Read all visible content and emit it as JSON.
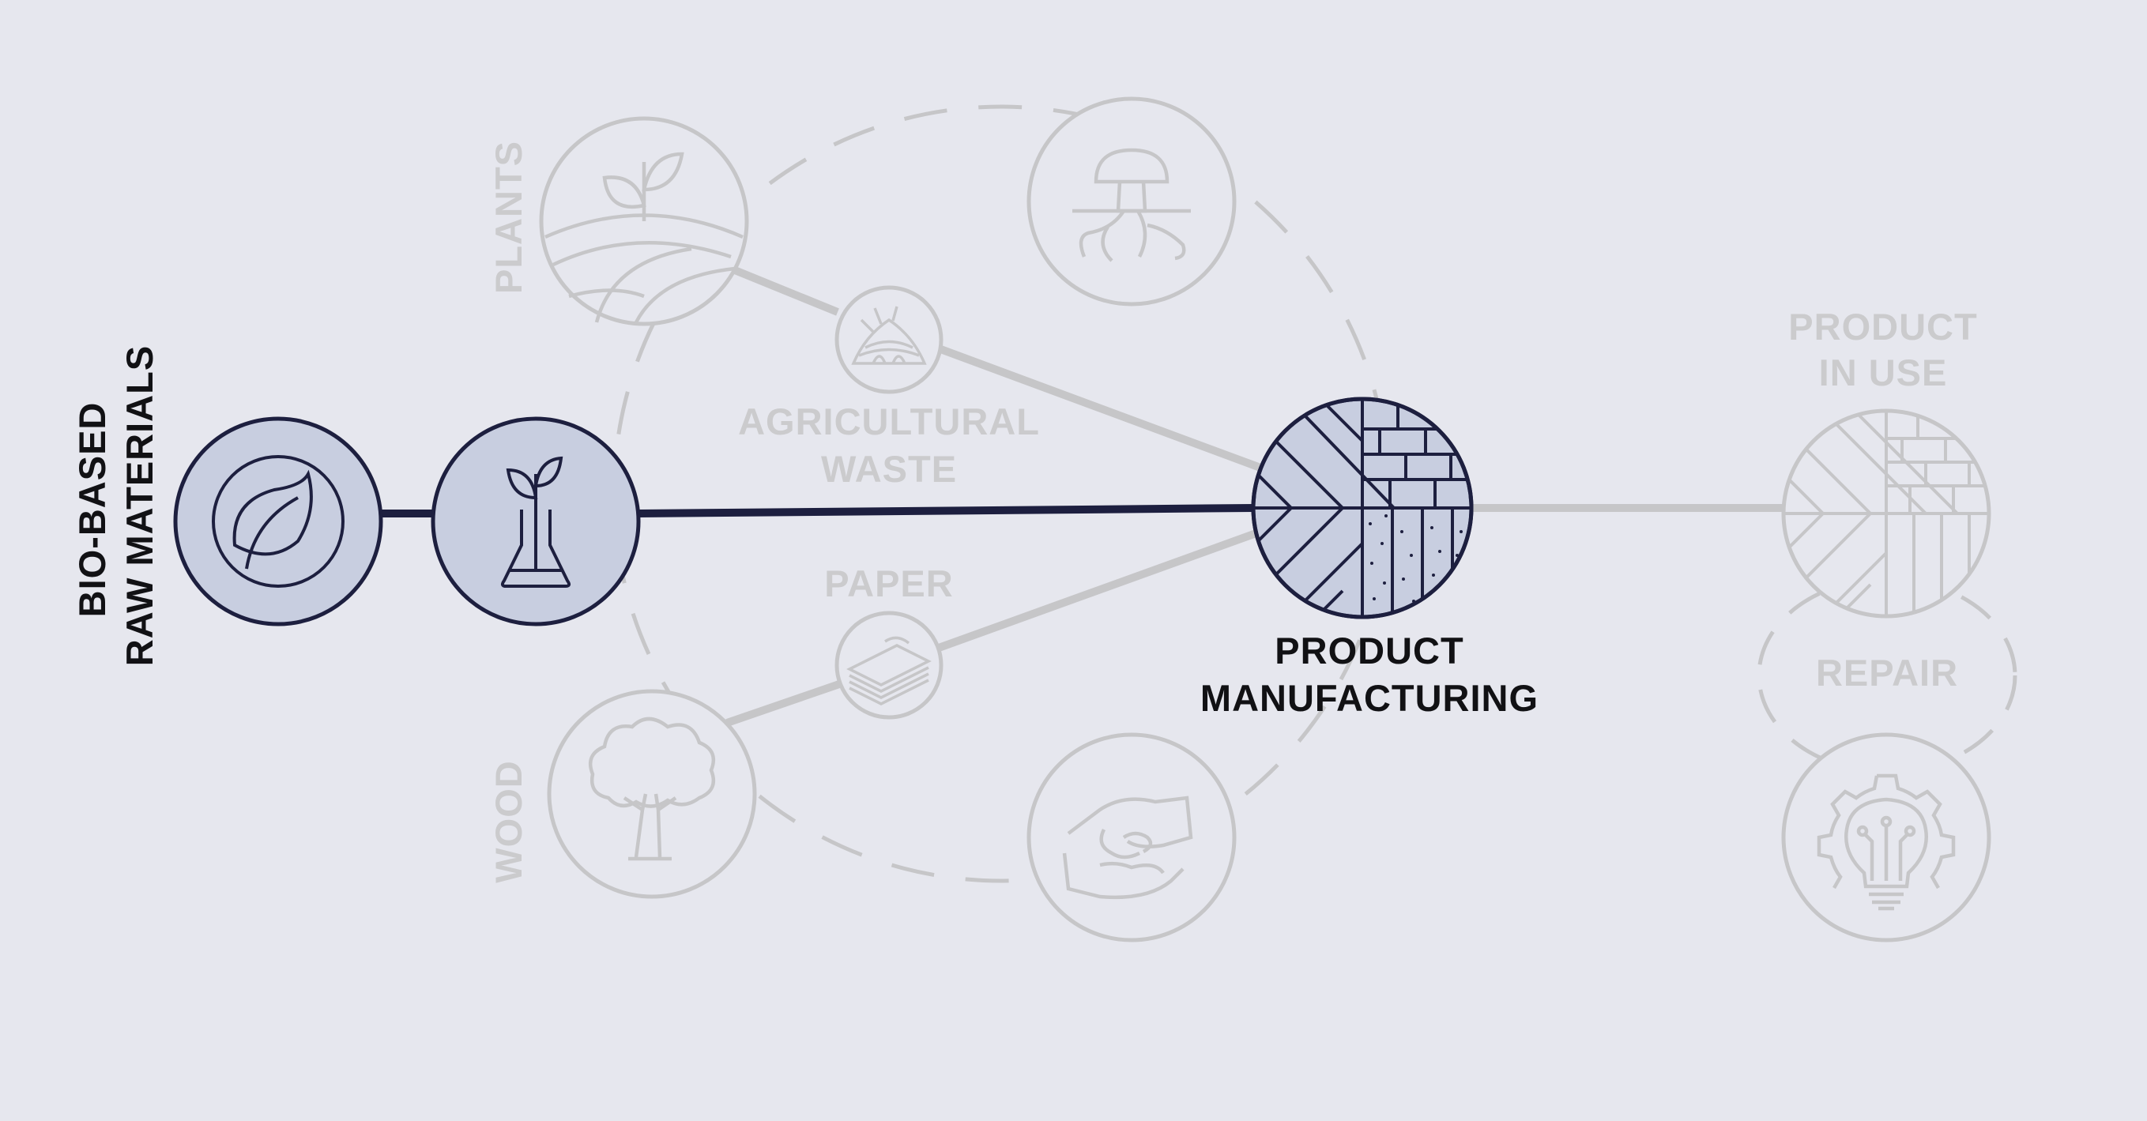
{
  "labels": {
    "bio_based_line1": "BIO-BASED",
    "bio_based_line2": "RAW MATERIALS",
    "plants": "PLANTS",
    "wood": "WOOD",
    "agricultural_line1": "AGRICULTURAL",
    "agricultural_line2": "WASTE",
    "paper": "PAPER",
    "product_mfg_line1": "PRODUCT",
    "product_mfg_line2": "MANUFACTURING",
    "product_in_use_line1": "PRODUCT",
    "product_in_use_line2": "IN USE",
    "repair": "REPAIR"
  },
  "icons": {
    "leaf": "leaf-icon",
    "flask": "sprout-flask-icon",
    "plants": "sprouting-field-icon",
    "agri": "hay-pile-icon",
    "mushroom": "mushroom-mycelium-icon",
    "paper": "paper-stack-icon",
    "wood": "tree-icon",
    "hands": "hands-molding-icon",
    "product": "material-patterns-icon",
    "bulb": "lightbulb-gear-icon"
  },
  "colors": {
    "background": "#e6e7ee",
    "active_stroke": "#1d1f3f",
    "active_fill": "#c8cee0",
    "faint": "#c6c6c8",
    "faint_text": "#cbcbcd",
    "active_text": "#111114"
  }
}
